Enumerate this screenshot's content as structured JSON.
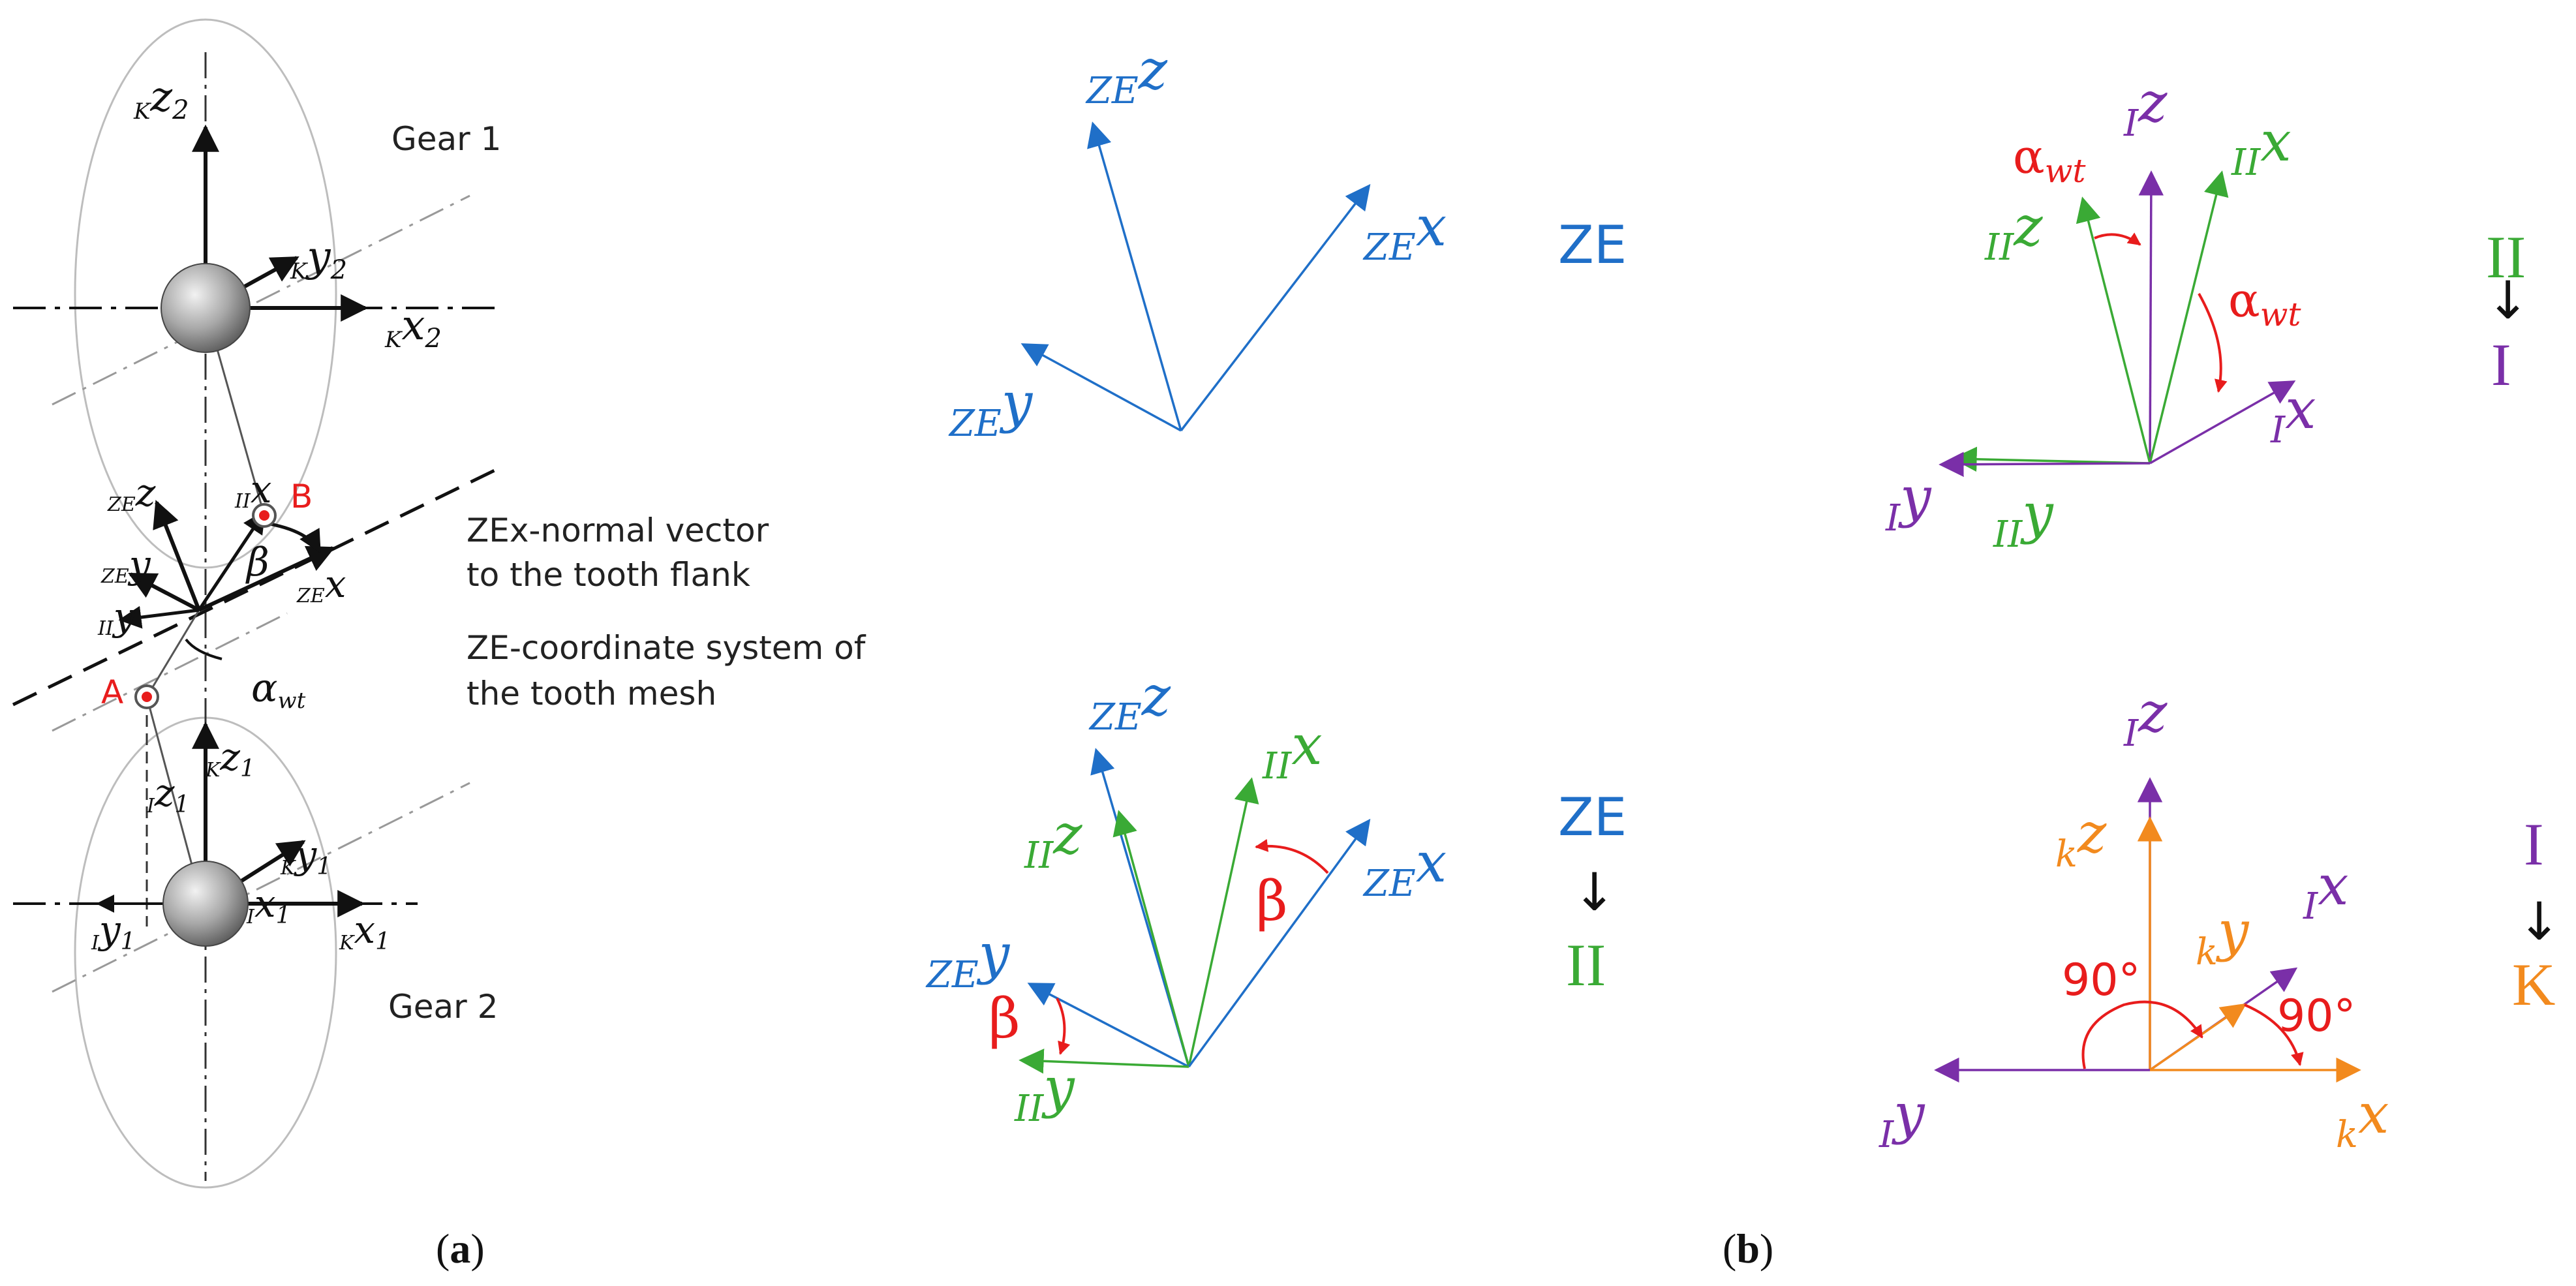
{
  "colors": {
    "black": "#111111",
    "ze_blue": "#1f6fc8",
    "ii_green": "#3aaa35",
    "i_purple": "#7a2fa8",
    "k_orange": "#f28a1e",
    "angle_red": "#e81c1c",
    "ellipse_gray": "#bdbdbd",
    "sphere_gray": "#9a9a9a"
  },
  "icons": {
    "sphere": "gear-center-sphere-icon",
    "point": "contact-point-icon"
  },
  "panel_a": {
    "caption": {
      "open": "(",
      "letter": "a",
      "close": ")"
    },
    "gear1_label": "Gear 1",
    "gear2_label": "Gear 2",
    "annotation_normal_line1": "ZEx-normal vector",
    "annotation_normal_line2": "to the tooth flank",
    "annotation_cs_line1": "ZE-coordinate system of",
    "annotation_cs_line2": "the tooth mesh",
    "point_a": "A",
    "point_b": "B",
    "kz2": {
      "sub": "K",
      "main": "z",
      "idx": "2"
    },
    "ky2": {
      "sub": "K",
      "main": "y",
      "idx": "2"
    },
    "kx2": {
      "sub": "K",
      "main": "x",
      "idx": "2"
    },
    "zez": {
      "sub": "ZE",
      "main": "z"
    },
    "zey": {
      "sub": "ZE",
      "main": "y"
    },
    "zex": {
      "sub": "ZE",
      "main": "x"
    },
    "iix": {
      "sub": "II",
      "main": "x"
    },
    "iiy": {
      "sub": "II",
      "main": "y"
    },
    "beta": "β",
    "alpha": {
      "main": "α",
      "sub": "wt"
    },
    "kz1": {
      "sub": "K",
      "main": "z",
      "idx": "1"
    },
    "iz1": {
      "sub": "I",
      "main": "z",
      "idx": "1"
    },
    "ky1": {
      "sub": "K",
      "main": "y",
      "idx": "1"
    },
    "ix1": {
      "sub": "I",
      "main": "x",
      "idx": "1"
    },
    "kx1": {
      "sub": "K",
      "main": "x",
      "idx": "1"
    },
    "iy1": {
      "sub": "I",
      "main": "y",
      "idx": "1"
    }
  },
  "panel_b": {
    "caption": {
      "open": "(",
      "letter": "b",
      "close": ")"
    },
    "arrow_glyph": "↓",
    "ze_only": {
      "title": "ZE",
      "z": {
        "sub": "ZE",
        "main": "z"
      },
      "x": {
        "sub": "ZE",
        "main": "x"
      },
      "y": {
        "sub": "ZE",
        "main": "y"
      }
    },
    "ze_to_ii": {
      "from": "ZE",
      "to": "II",
      "ze_z": {
        "sub": "ZE",
        "main": "z"
      },
      "ii_x": {
        "sub": "II",
        "main": "x"
      },
      "ii_z": {
        "sub": "II",
        "main": "z"
      },
      "ze_x": {
        "sub": "ZE",
        "main": "x"
      },
      "ze_y": {
        "sub": "ZE",
        "main": "y"
      },
      "ii_y": {
        "sub": "II",
        "main": "y"
      },
      "beta1": "β",
      "beta2": "β"
    },
    "ii_to_i": {
      "from": "II",
      "to": "I",
      "i_z": {
        "sub": "I",
        "main": "z"
      },
      "ii_x": {
        "sub": "II",
        "main": "x"
      },
      "ii_z": {
        "sub": "II",
        "main": "z"
      },
      "i_x": {
        "sub": "I",
        "main": "x"
      },
      "i_y": {
        "sub": "I",
        "main": "y"
      },
      "ii_y": {
        "sub": "II",
        "main": "y"
      },
      "alpha1": {
        "main": "α",
        "sub": "wt"
      },
      "alpha2": {
        "main": "α",
        "sub": "wt"
      }
    },
    "i_to_k": {
      "from": "I",
      "to": "K",
      "i_z": {
        "sub": "I",
        "main": "z"
      },
      "k_z": {
        "sub": "k",
        "main": "z"
      },
      "i_x": {
        "sub": "I",
        "main": "x"
      },
      "k_y": {
        "sub": "k",
        "main": "y"
      },
      "i_y": {
        "sub": "I",
        "main": "y"
      },
      "k_x": {
        "sub": "k",
        "main": "x"
      },
      "angle1": "90°",
      "angle2": "90°"
    }
  }
}
